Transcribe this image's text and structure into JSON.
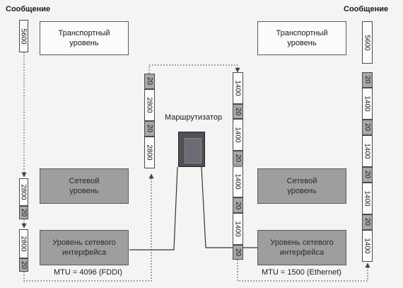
{
  "labels": {
    "message_left": "Сообщение",
    "message_right": "Сообщение",
    "router": "Маршрутизатор",
    "mtu_left": "MTU = 4096 (FDDI)",
    "mtu_right": "MTU = 1500 (Ethernet)"
  },
  "blocks": {
    "transport_left": "Транспортный\nуровень",
    "transport_right": "Транспортный\nуровень",
    "network_left": "Сетевой\nуровень",
    "network_right": "Сетевой\nуровень",
    "netif_left": "Уровень сетевого\nинтерфейса",
    "netif_right": "Уровень сетевого\nинтерфейса"
  },
  "stacks": {
    "left_message": [
      "5600"
    ],
    "left_network": [
      "2800",
      "20"
    ],
    "left_interface": [
      "2800",
      "20"
    ],
    "router_in": [
      "20",
      "2800",
      "20",
      "2800"
    ],
    "router_out": [
      "1400",
      "20",
      "1400",
      "20",
      "1400",
      "20",
      "1400",
      "20"
    ],
    "right_message": [
      "5600"
    ],
    "right_fragments": [
      "20",
      "1400",
      "20",
      "1400",
      "20",
      "1400",
      "20",
      "1400"
    ]
  },
  "colors": {
    "header_cell": "#a8a8a6",
    "gray_block": "#9e9e9c",
    "router_body": "#505058"
  }
}
